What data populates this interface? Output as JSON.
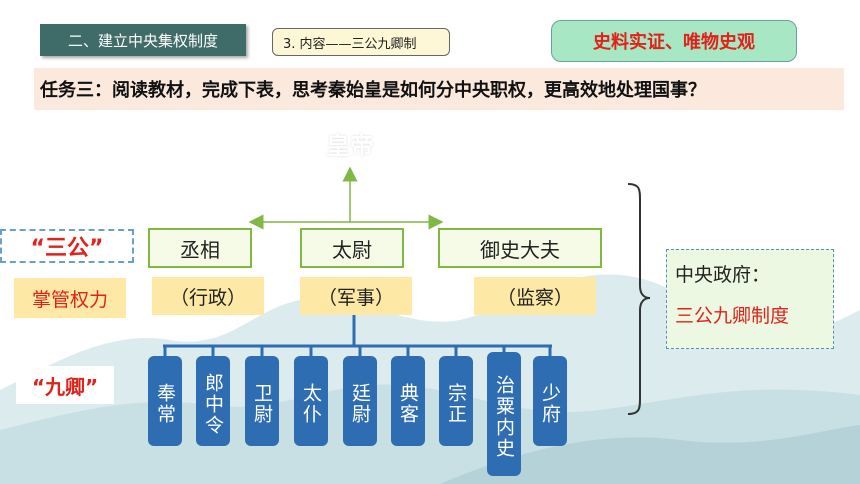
{
  "header": {
    "section": "二、建立中央集权制度",
    "content": "3. 内容——三公九卿制",
    "method": "史料实证、唯物史观"
  },
  "task": "任务三：阅读教材，完成下表，思考秦始皇是如何分中央职权，更高效地处理国事？",
  "emperor": "皇帝",
  "sangong_label": "“三公”",
  "power_label": "掌管权力",
  "jiuqing_label": "“九卿”",
  "ministers": [
    {
      "title": "丞相",
      "duty": "（行政）"
    },
    {
      "title": "太尉",
      "duty": "（军事）"
    },
    {
      "title": "御史大夫",
      "duty": "（监察）"
    }
  ],
  "nine_ministers": [
    "奉常",
    "郎中令",
    "卫尉",
    "太仆",
    "廷尉",
    "典客",
    "宗正",
    "治粟内史",
    "少府"
  ],
  "central": {
    "title": "中央政府：",
    "system": "三公九卿制度"
  },
  "colors": {
    "accent_red": "#e0221a",
    "nine_blue": "#2e6db1",
    "connector_green": "#80b844"
  }
}
